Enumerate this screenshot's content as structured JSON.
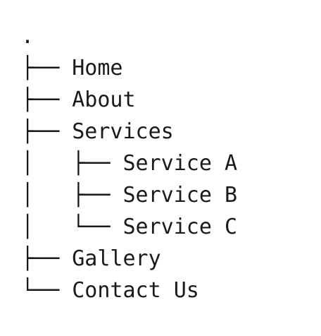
{
  "tree": {
    "root": ".",
    "lines": [
      {
        "prefix": "├── ",
        "label": "Home"
      },
      {
        "prefix": "├── ",
        "label": "About"
      },
      {
        "prefix": "├── ",
        "label": "Services"
      },
      {
        "prefix": "│   ├── ",
        "label": "Service A"
      },
      {
        "prefix": "│   ├── ",
        "label": "Service B"
      },
      {
        "prefix": "│   └── ",
        "label": "Service C"
      },
      {
        "prefix": "├── ",
        "label": "Gallery"
      },
      {
        "prefix": "└── ",
        "label": "Contact Us"
      }
    ]
  }
}
